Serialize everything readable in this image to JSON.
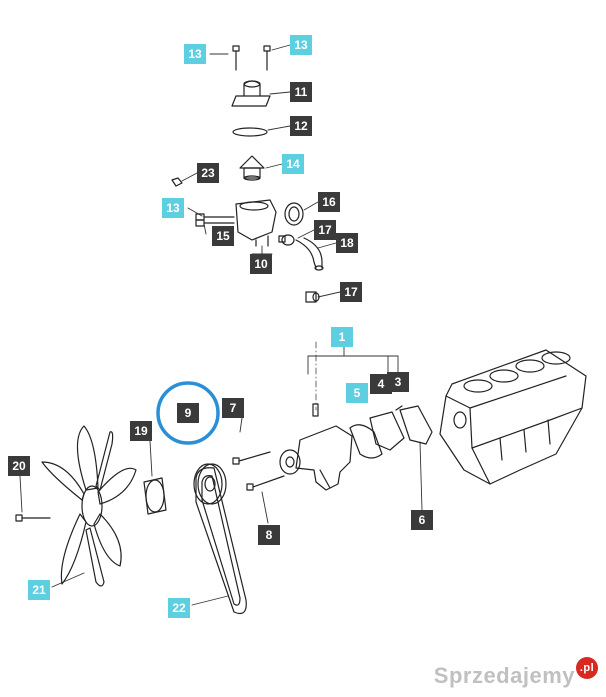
{
  "colors": {
    "label_dark": "#3a3a3a",
    "label_cyan": "#5ecfe0",
    "highlight_ring": "#2a8fd6",
    "watermark_red": "#d9281f"
  },
  "callouts": [
    {
      "id": "13a",
      "text": "13",
      "style": "cyan"
    },
    {
      "id": "13b",
      "text": "13",
      "style": "cyan"
    },
    {
      "id": "11",
      "text": "11",
      "style": "dark"
    },
    {
      "id": "12",
      "text": "12",
      "style": "dark"
    },
    {
      "id": "14",
      "text": "14",
      "style": "cyan"
    },
    {
      "id": "23",
      "text": "23",
      "style": "dark"
    },
    {
      "id": "13c",
      "text": "13",
      "style": "cyan"
    },
    {
      "id": "16",
      "text": "16",
      "style": "dark"
    },
    {
      "id": "15",
      "text": "15",
      "style": "dark"
    },
    {
      "id": "17a",
      "text": "17",
      "style": "dark"
    },
    {
      "id": "18",
      "text": "18",
      "style": "dark"
    },
    {
      "id": "10",
      "text": "10",
      "style": "dark"
    },
    {
      "id": "17b",
      "text": "17",
      "style": "dark"
    },
    {
      "id": "1",
      "text": "1",
      "style": "cyan"
    },
    {
      "id": "5",
      "text": "5",
      "style": "cyan"
    },
    {
      "id": "4",
      "text": "4",
      "style": "dark"
    },
    {
      "id": "3",
      "text": "3",
      "style": "dark"
    },
    {
      "id": "7",
      "text": "7",
      "style": "dark"
    },
    {
      "id": "9",
      "text": "9",
      "style": "dark"
    },
    {
      "id": "19",
      "text": "19",
      "style": "dark"
    },
    {
      "id": "20",
      "text": "20",
      "style": "dark"
    },
    {
      "id": "6",
      "text": "6",
      "style": "dark"
    },
    {
      "id": "8",
      "text": "8",
      "style": "dark"
    },
    {
      "id": "21",
      "text": "21",
      "style": "cyan"
    },
    {
      "id": "22",
      "text": "22",
      "style": "cyan"
    }
  ],
  "watermark": {
    "text": "Sprzedajemy",
    "badge": ".pl"
  }
}
